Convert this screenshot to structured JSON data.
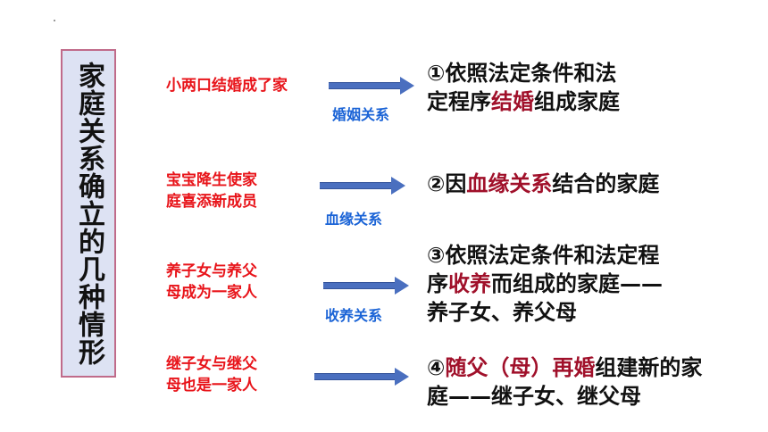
{
  "side_title": "家庭关系确立的几种情形",
  "rows": [
    {
      "case_lines": [
        "小两口结婚成了家"
      ],
      "relation": "婚姻关系",
      "result": {
        "num": "①",
        "pre": "依照法定条件和法",
        "pre2": "定程序",
        "hl": "结婚",
        "post": "组成家庭"
      }
    },
    {
      "case_lines": [
        "宝宝降生使家",
        "庭喜添新成员"
      ],
      "relation": "血缘关系",
      "result": {
        "num": "②",
        "pre": "因",
        "hl": "血缘关系",
        "post": "结合的家庭"
      }
    },
    {
      "case_lines": [
        "养子女与养父",
        "母成为一家人"
      ],
      "relation": "收养关系",
      "result": {
        "num": "③",
        "pre": "依照法定条件和法定程",
        "pre2": "序",
        "hl": "收养",
        "post": "而组成的家庭——",
        "post2": "养子女、养父母"
      }
    },
    {
      "case_lines": [
        "继子女与继父",
        "母也是一家人"
      ],
      "relation": "",
      "result": {
        "num": "④",
        "hl": "随父（母）再婚",
        "post": "组建新的家",
        "post2": "庭——继子女、继父母"
      }
    }
  ]
}
